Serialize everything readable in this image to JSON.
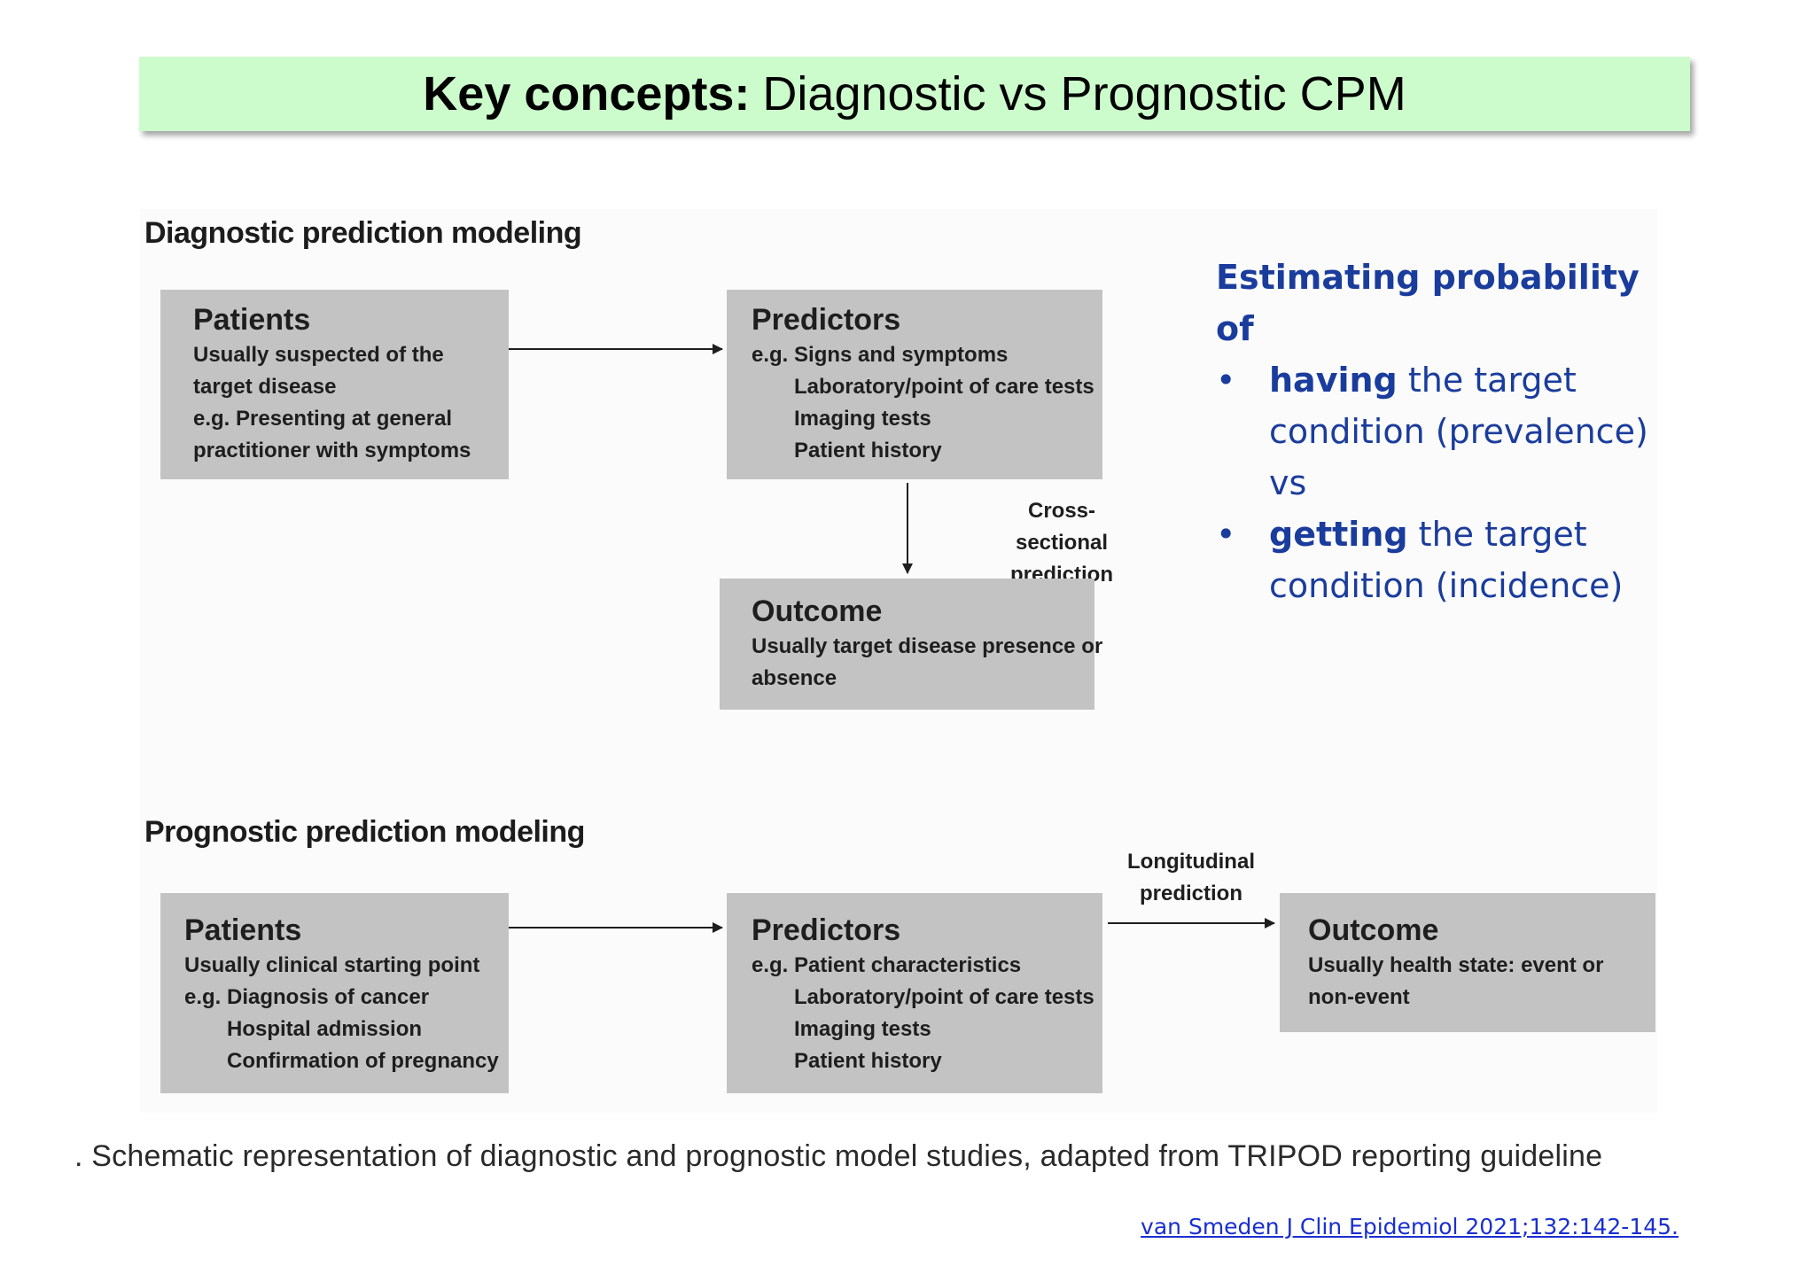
{
  "title": {
    "bold": "Key concepts:",
    "rest": "Diagnostic vs Prognostic CPM"
  },
  "diagnostic": {
    "heading": "Diagnostic prediction modeling",
    "patients": {
      "title": "Patients",
      "lines": [
        "Usually suspected of the",
        "target disease",
        "e.g. Presenting at general",
        "practitioner with symptoms"
      ]
    },
    "predictors": {
      "title": "Predictors",
      "lines": [
        "e.g. Signs and symptoms",
        "Laboratory/point of care tests",
        "Imaging tests",
        "Patient history"
      ]
    },
    "outcome": {
      "title": "Outcome",
      "lines": [
        "Usually target disease presence or",
        "absence"
      ]
    },
    "arrow_label": [
      "Cross-sectional",
      "prediction"
    ]
  },
  "prognostic": {
    "heading": "Prognostic prediction modeling",
    "patients": {
      "title": "Patients",
      "lines": [
        "Usually clinical starting point",
        "e.g. Diagnosis of cancer",
        "Hospital admission",
        "Confirmation of pregnancy"
      ]
    },
    "predictors": {
      "title": "Predictors",
      "lines": [
        "e.g. Patient characteristics",
        "Laboratory/point of care tests",
        "Imaging tests",
        "Patient history"
      ]
    },
    "outcome": {
      "title": "Outcome",
      "lines": [
        "Usually health state:  event or",
        "non-event"
      ]
    },
    "arrow_label": [
      "Longitudinal",
      "prediction"
    ]
  },
  "side_note": {
    "heading": "Estimating probability of",
    "bullet_char": "•",
    "bullets": [
      {
        "bold": "having",
        "rest": " the target condition (prevalence)"
      },
      {
        "bold": "getting",
        "rest": " the target condition (incidence)"
      }
    ],
    "separator": "vs"
  },
  "caption": ". Schematic representation of diagnostic and prognostic model studies, adapted from TRIPOD reporting guideline",
  "citation": "van Smeden J Clin Epidemiol 2021;132:142-145.",
  "colors": {
    "title_bg": "#ccfccc",
    "box_bg": "#c3c3c3",
    "note_text": "#1a3c9c",
    "link": "#1a2fd0"
  }
}
